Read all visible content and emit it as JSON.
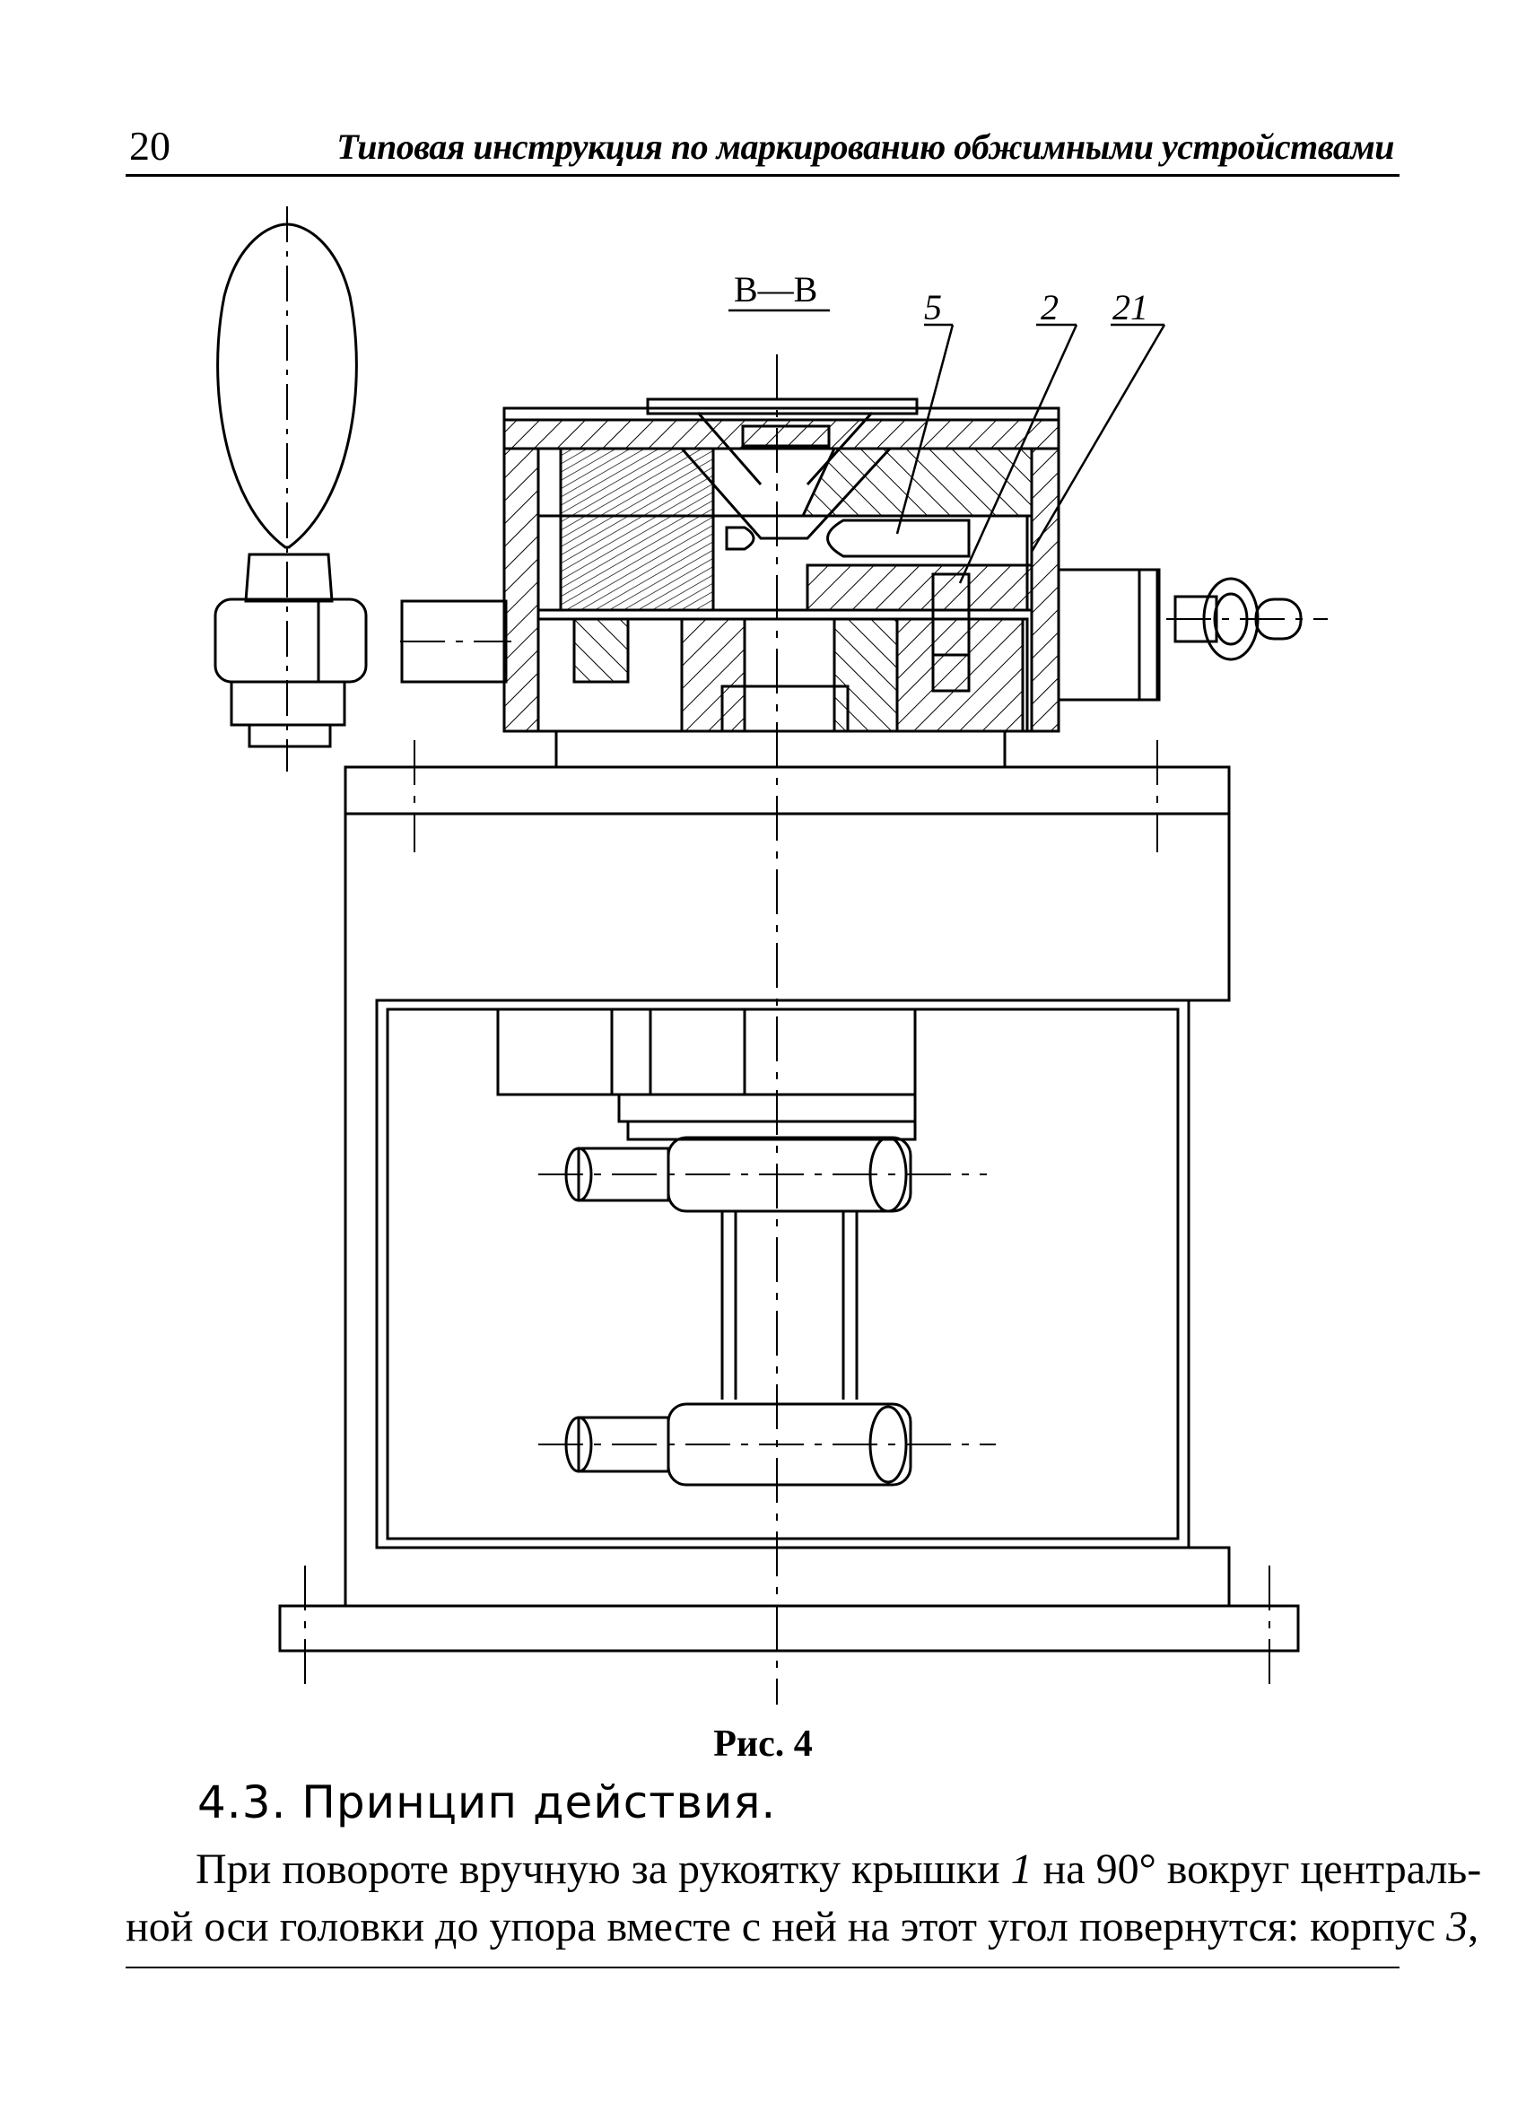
{
  "header": {
    "page_number": "20",
    "running_title": "Типовая инструкция по маркированию обжимными устройствами"
  },
  "figure": {
    "section_label": "В—В",
    "callouts": [
      "5",
      "2",
      "21"
    ],
    "caption": "Рис. 4"
  },
  "body": {
    "section_heading": "4.3. Принцип действия.",
    "line1_a": "При повороте вручную за рукоятку крышки ",
    "line1_ref": "1",
    "line1_b": " на 90° вокруг централь-",
    "line2_a": "ной оси головки до упора вместе с ней на этот угол повернутся: корпус ",
    "line2_ref": "3",
    "line2_b": ","
  }
}
